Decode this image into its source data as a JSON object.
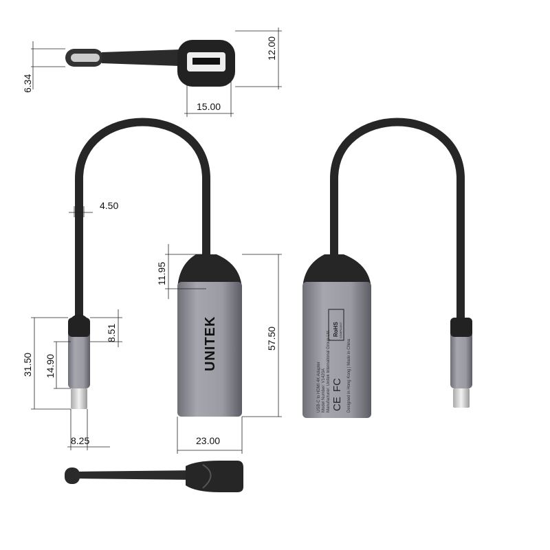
{
  "dimensions": {
    "plug_thickness": "6.34",
    "head_height": "12.00",
    "head_width_top": "15.00",
    "cable_diameter": "4.50",
    "neck_length": "11.95",
    "head_length": "57.50",
    "connector_length": "31.50",
    "plug_length": "14.90",
    "boot_length": "8.51",
    "connector_width": "8.25",
    "head_width": "23.00"
  },
  "brand": "UNITEK",
  "label": {
    "line1": "USB-C to HDMI 4K Adapter",
    "line2": "Model Number: V1420A",
    "line3": "Manufacturer: Unitek International Group Ltd.",
    "line4": "Designed in Hong Kong | Made in China",
    "ce": "CE",
    "fcc": "FC",
    "rohs": "RoHS",
    "rohs_sub": "COMPLIANT"
  },
  "colors": {
    "cable": "#2b2b2b",
    "housing": "#8e8e96",
    "metal": "#d8d8dc"
  }
}
